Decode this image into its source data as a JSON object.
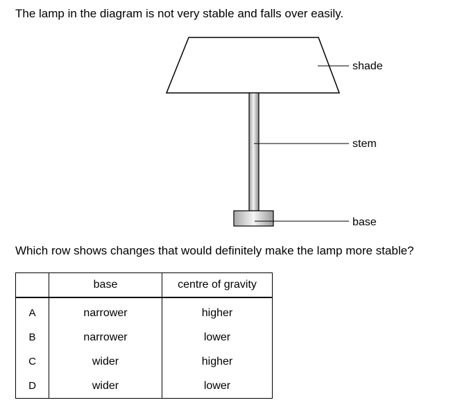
{
  "intro_text": "The lamp in the diagram is not very stable and falls over easily.",
  "diagram": {
    "labels": {
      "shade": "shade",
      "stem": "stem",
      "base": "base"
    }
  },
  "question_text": "Which row shows changes that would definitely make the lamp more stable?",
  "table": {
    "headers": [
      "",
      "base",
      "centre of gravity"
    ],
    "rows": [
      {
        "letter": "A",
        "base": "narrower",
        "cog": "higher"
      },
      {
        "letter": "B",
        "base": "narrower",
        "cog": "lower"
      },
      {
        "letter": "C",
        "base": "wider",
        "cog": "higher"
      },
      {
        "letter": "D",
        "base": "wider",
        "cog": "lower"
      }
    ]
  }
}
